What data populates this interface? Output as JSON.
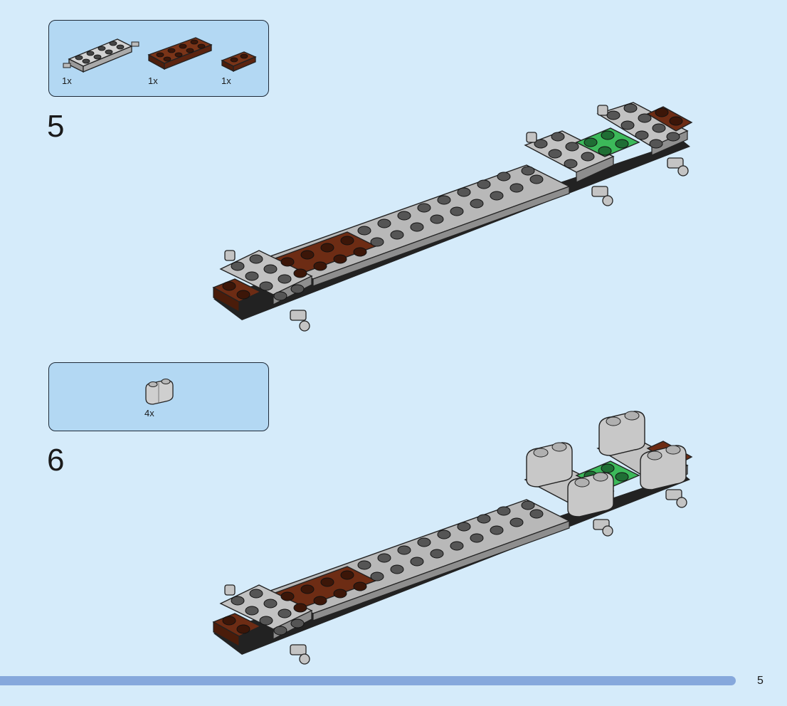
{
  "step5": {
    "number": "5",
    "parts": [
      {
        "name": "gray-plate-with-pins",
        "qty": "1x"
      },
      {
        "name": "brown-plate-2x4",
        "qty": "1x"
      },
      {
        "name": "brown-plate-1x2",
        "qty": "1x"
      }
    ]
  },
  "step6": {
    "number": "6",
    "parts": [
      {
        "name": "gray-round-brick",
        "qty": "4x"
      }
    ]
  },
  "colors": {
    "page_bg": "#d5ebfa",
    "box_bg": "#b3d8f3",
    "gray": "#b4b4b4",
    "brown": "#6d2c14",
    "green": "#3cb95a",
    "footer": "#86a8dc"
  },
  "page_number": "5"
}
